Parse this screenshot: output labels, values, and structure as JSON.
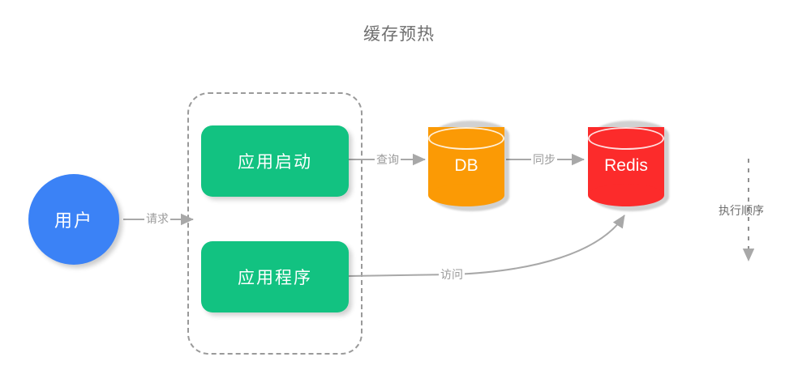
{
  "diagram": {
    "title": "缓存预热",
    "colors": {
      "user": "#3b82f6",
      "process": "#12c281",
      "db": "#fb9a05",
      "redis": "#fc2b2b",
      "connector": "#9b9b9b",
      "group_border": "#9a9a9a",
      "title_text": "#6e6e6e"
    },
    "nodes": {
      "user": {
        "label": "用户",
        "shape": "circle"
      },
      "app_startup": {
        "label": "应用启动",
        "shape": "rounded-rect"
      },
      "application": {
        "label": "应用程序",
        "shape": "rounded-rect"
      },
      "db": {
        "label": "DB",
        "shape": "cylinder"
      },
      "redis": {
        "label": "Redis",
        "shape": "cylinder"
      }
    },
    "edges": {
      "request": {
        "label": "请求",
        "from": "user",
        "to": "app_startup"
      },
      "query": {
        "label": "查询",
        "from": "app_startup",
        "to": "db"
      },
      "sync": {
        "label": "同步",
        "from": "db",
        "to": "redis"
      },
      "access": {
        "label": "访问",
        "from": "application",
        "to": "redis"
      }
    },
    "legend": {
      "execution_order": "执行顺序"
    }
  }
}
